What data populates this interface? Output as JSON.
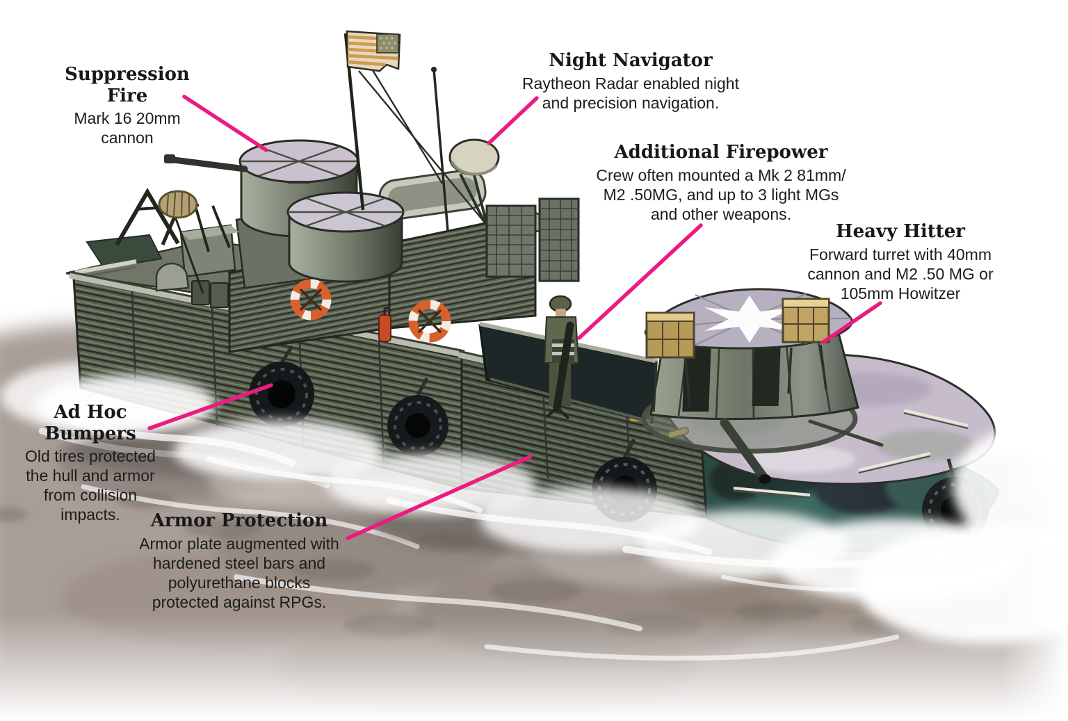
{
  "figure": {
    "subject": "Armored Troop Carrier river boat annotated diagram",
    "colors": {
      "leader_line": "#ec1b7e"
    }
  },
  "labels": {
    "suppression_fire": {
      "title": "Suppression\nFire",
      "body": "Mark 16 20mm\ncannon"
    },
    "night_navigator": {
      "title": "Night Navigator",
      "body": "Raytheon Radar enabled night\nand precision navigation."
    },
    "additional_firepower": {
      "title": "Additional Firepower",
      "body": "Crew often mounted a Mk 2 81mm/\nM2 .50MG, and up to 3 light MGs\nand other weapons."
    },
    "heavy_hitter": {
      "title": "Heavy Hitter",
      "body": "Forward turret with 40mm\ncannon and M2 .50 MG or\n105mm Howitzer"
    },
    "ad_hoc_bumpers": {
      "title": "Ad Hoc\nBumpers",
      "body": "Old tires protected\nthe hull and armor\nfrom collision\nimpacts."
    },
    "armor_protection": {
      "title": "Armor Protection",
      "body": "Armor plate augmented with\nhardened steel bars and\npolyurethane blocks\nprotected against RPGs."
    }
  }
}
